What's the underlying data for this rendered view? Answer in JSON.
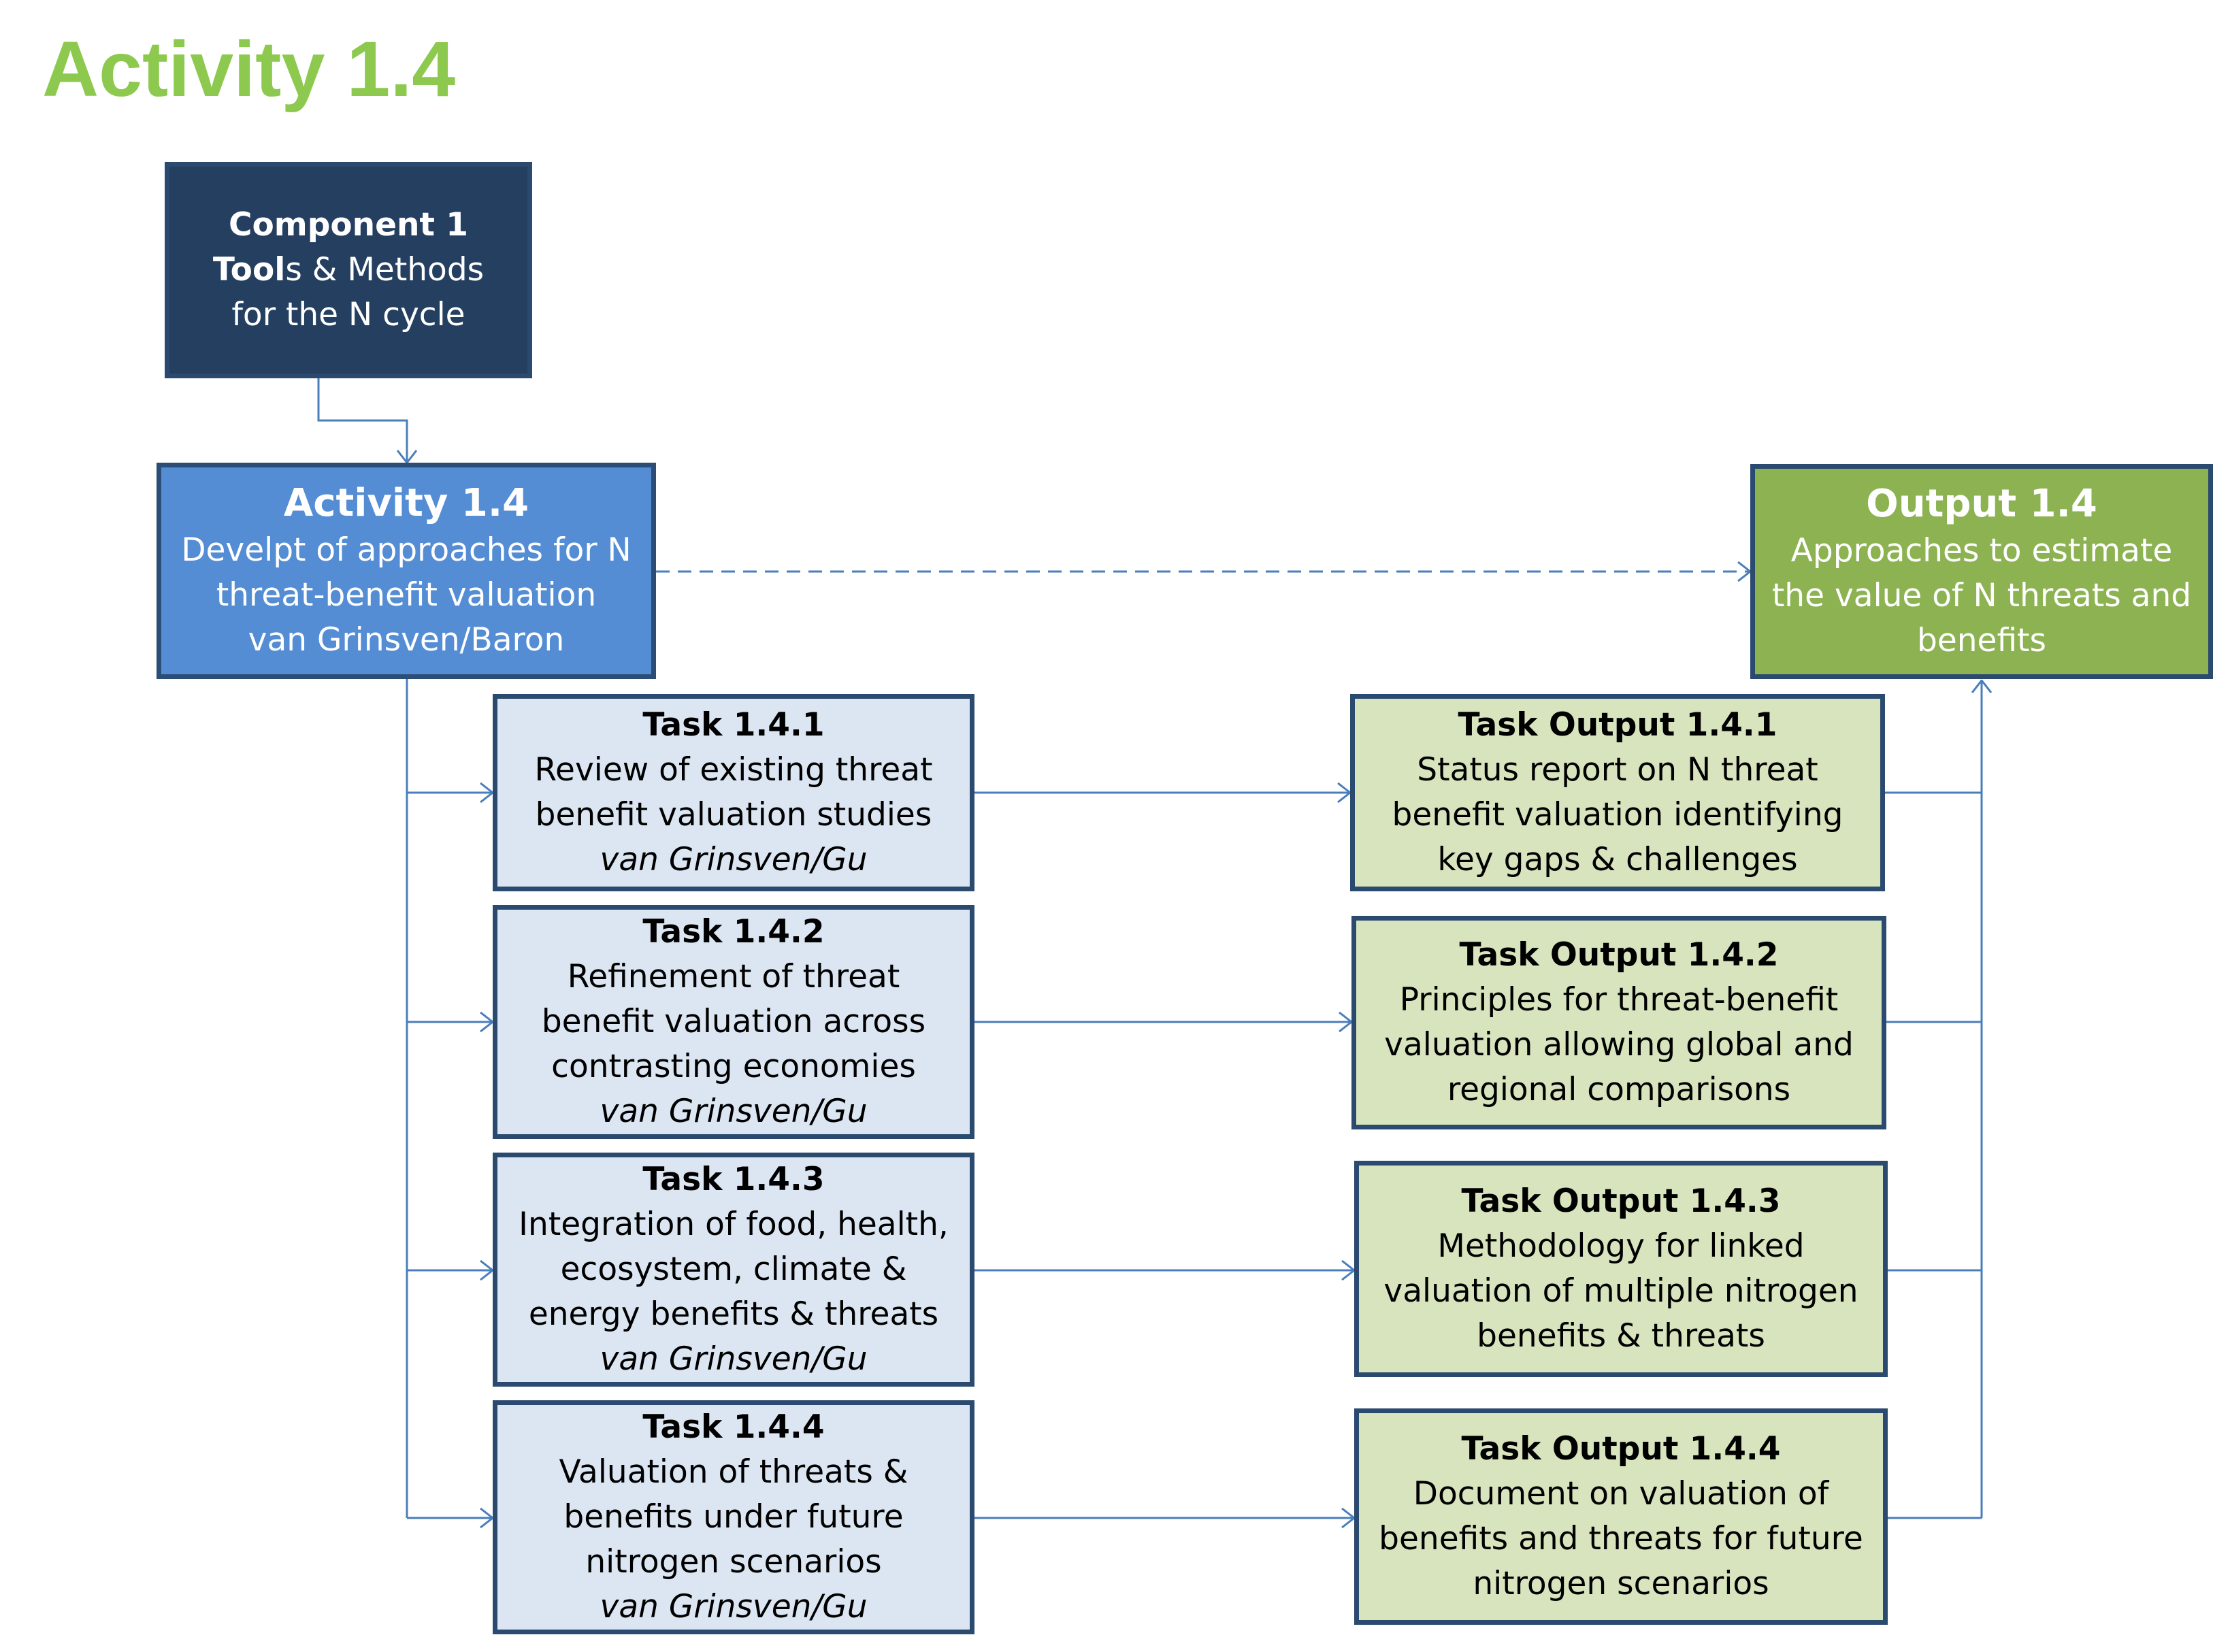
{
  "page_title": "Activity 1.4",
  "component": {
    "title": "Component 1",
    "line2_bold": "Tool",
    "line2_rest": "s & Methods",
    "line3": "for the N cycle"
  },
  "activity": {
    "title": "Activity 1.4",
    "lines": [
      "Develpt of approaches for N",
      "threat-benefit valuation",
      "van Grinsven/Baron"
    ]
  },
  "output": {
    "title": "Output 1.4",
    "lines": [
      "Approaches to estimate",
      "the value of N threats and",
      "benefits"
    ]
  },
  "tasks": [
    {
      "title": "Task 1.4.1",
      "lines": [
        "Review of existing threat",
        "benefit valuation studies"
      ],
      "owner": "van Grinsven/Gu"
    },
    {
      "title": "Task 1.4.2",
      "lines": [
        "Refinement of threat",
        "benefit valuation across",
        "contrasting economies"
      ],
      "owner": "van Grinsven/Gu"
    },
    {
      "title": "Task 1.4.3",
      "lines": [
        "Integration of food, health,",
        "ecosystem, climate &",
        "energy benefits & threats"
      ],
      "owner": "van Grinsven/Gu"
    },
    {
      "title": "Task 1.4.4",
      "lines": [
        "Valuation of threats &",
        "benefits under future",
        "nitrogen scenarios"
      ],
      "owner": "van Grinsven/Gu"
    }
  ],
  "task_outputs": [
    {
      "title": "Task Output 1.4.1",
      "lines": [
        "Status report on N threat",
        "benefit valuation identifying",
        "key gaps & challenges"
      ]
    },
    {
      "title": "Task Output 1.4.2",
      "lines": [
        "Principles for threat-benefit",
        "valuation allowing global and",
        "regional comparisons"
      ]
    },
    {
      "title": "Task Output 1.4.3",
      "lines": [
        "Methodology for linked",
        "valuation of multiple nitrogen",
        "benefits & threats"
      ]
    },
    {
      "title": "Task Output 1.4.4",
      "lines": [
        "Document on valuation of",
        "benefits and threats for future",
        "nitrogen scenarios"
      ]
    }
  ],
  "colors": {
    "title_green": "#8dc94e",
    "component_fill": "#243f60",
    "activity_fill": "#548dd4",
    "output_fill": "#8cb252",
    "task_fill": "#dce6f2",
    "task_output_fill": "#d7e4bd",
    "border": "#2b4a6f",
    "connector": "#4a7ebb"
  }
}
